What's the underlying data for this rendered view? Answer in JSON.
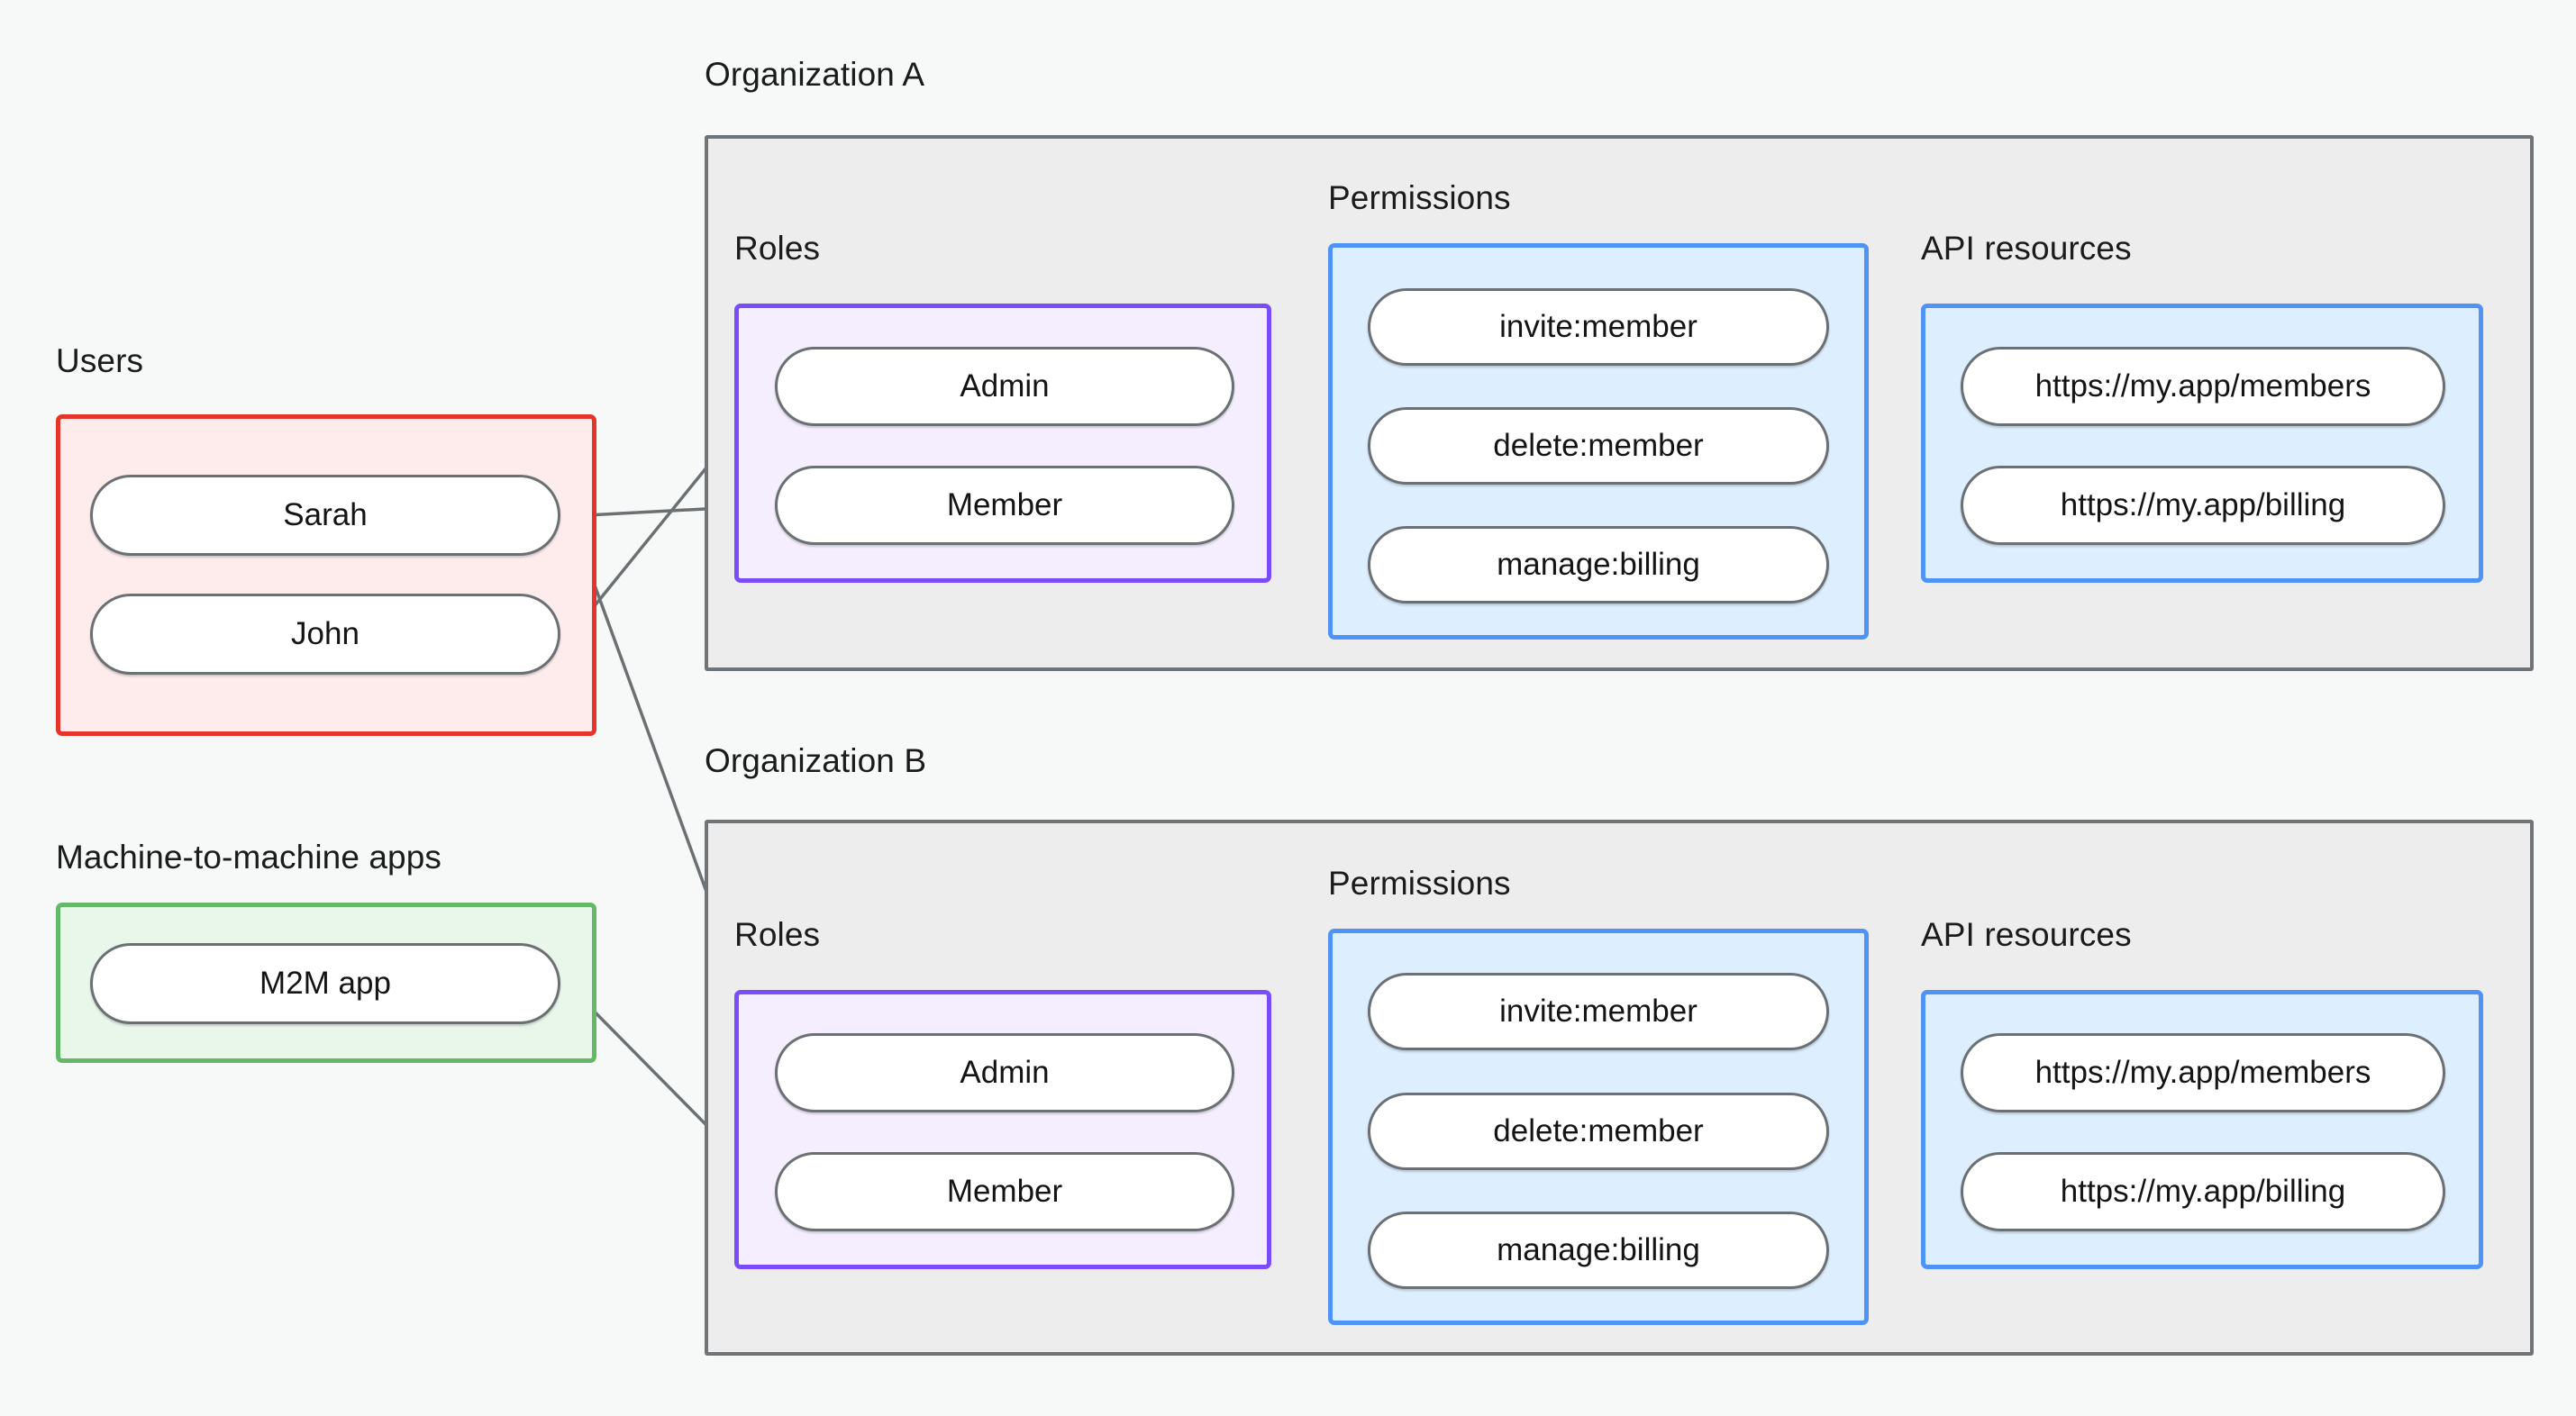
{
  "diagram": {
    "title": "Multi-tenant RBAC organization diagram",
    "background_color": "#f7f9f8"
  },
  "groups": {
    "users": {
      "label": "Users",
      "border_color": "#e5342a",
      "fill_color": "#fdeceb",
      "items": [
        {
          "label": "Sarah"
        },
        {
          "label": "John"
        }
      ]
    },
    "m2m": {
      "label": "Machine-to-machine apps",
      "border_color": "#64b968",
      "fill_color": "#e9f6ea",
      "items": [
        {
          "label": "M2M app"
        }
      ]
    }
  },
  "organizations": [
    {
      "label": "Organization A",
      "border_color": "#6e7477",
      "fill_color": "#ededed",
      "roles": {
        "label": "Roles",
        "border_color": "#7a4dfb",
        "fill_color": "#f4eefe",
        "items": [
          {
            "label": "Admin"
          },
          {
            "label": "Member"
          }
        ]
      },
      "permissions": {
        "label": "Permissions",
        "border_color": "#4f93f7",
        "fill_color": "#ddeeff",
        "items": [
          {
            "label": "invite:member"
          },
          {
            "label": "delete:member"
          },
          {
            "label": "manage:billing"
          }
        ]
      },
      "api_resources": {
        "label": "API resources",
        "border_color": "#4f93f7",
        "fill_color": "#ddeeff",
        "items": [
          {
            "label": "https://my.app/members"
          },
          {
            "label": "https://my.app/billing"
          }
        ]
      }
    },
    {
      "label": "Organization B",
      "border_color": "#6e7477",
      "fill_color": "#ededed",
      "roles": {
        "label": "Roles",
        "border_color": "#7a4dfb",
        "fill_color": "#f4eefe",
        "items": [
          {
            "label": "Admin"
          },
          {
            "label": "Member"
          }
        ]
      },
      "permissions": {
        "label": "Permissions",
        "border_color": "#4f93f7",
        "fill_color": "#ddeeff",
        "items": [
          {
            "label": "invite:member"
          },
          {
            "label": "delete:member"
          },
          {
            "label": "manage:billing"
          }
        ]
      },
      "api_resources": {
        "label": "API resources",
        "border_color": "#4f93f7",
        "fill_color": "#ddeeff",
        "items": [
          {
            "label": "https://my.app/members"
          },
          {
            "label": "https://my.app/billing"
          }
        ]
      }
    }
  ],
  "connections": [
    {
      "from": "Sarah",
      "to": "Organization A / Member"
    },
    {
      "from": "Sarah",
      "to": "Organization B / Admin"
    },
    {
      "from": "John",
      "to": "Organization A / Admin"
    },
    {
      "from": "M2M app",
      "to": "Organization B / Member"
    },
    {
      "from": "Organization A / Admin",
      "to": "Organization A / invite:member"
    },
    {
      "from": "Organization A / Admin",
      "to": "Organization A / delete:member"
    },
    {
      "from": "Organization A / Member",
      "to": "Organization A / manage:billing"
    },
    {
      "from": "Organization A / invite:member",
      "to": "Organization A / https://my.app/members"
    },
    {
      "from": "Organization A / delete:member",
      "to": "Organization A / https://my.app/members"
    },
    {
      "from": "Organization A / manage:billing",
      "to": "Organization A / https://my.app/billing"
    },
    {
      "from": "Organization B / Admin",
      "to": "Organization B / invite:member"
    },
    {
      "from": "Organization B / Admin",
      "to": "Organization B / delete:member"
    },
    {
      "from": "Organization B / Member",
      "to": "Organization B / manage:billing"
    },
    {
      "from": "Organization B / invite:member",
      "to": "Organization B / https://my.app/members"
    },
    {
      "from": "Organization B / delete:member",
      "to": "Organization B / https://my.app/members"
    },
    {
      "from": "Organization B / manage:billing",
      "to": "Organization B / https://my.app/billing"
    }
  ],
  "edge_style": {
    "line_color": "#6b7073",
    "endpoint_dot_color": "#6b7073"
  }
}
